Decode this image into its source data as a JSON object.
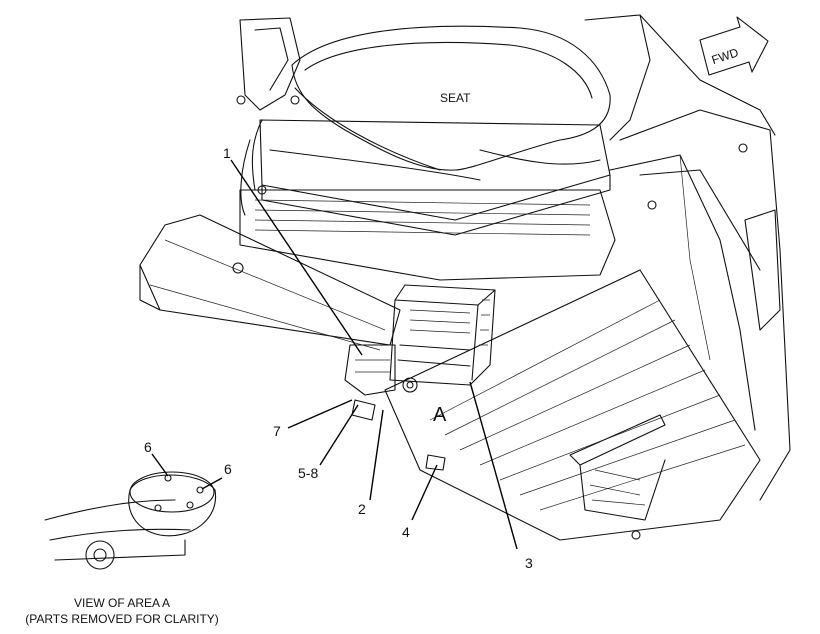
{
  "labels": {
    "seat": "SEAT",
    "fwd": "FWD",
    "area_letter": "A",
    "callout_1": "1",
    "callout_2": "2",
    "callout_3": "3",
    "callout_4": "4",
    "callout_5_8": "5-8",
    "callout_6a": "6",
    "callout_6b": "6",
    "callout_7": "7"
  },
  "caption": {
    "line1": "VIEW OF AREA  A",
    "line2": "(PARTS REMOVED FOR CLARITY)"
  }
}
